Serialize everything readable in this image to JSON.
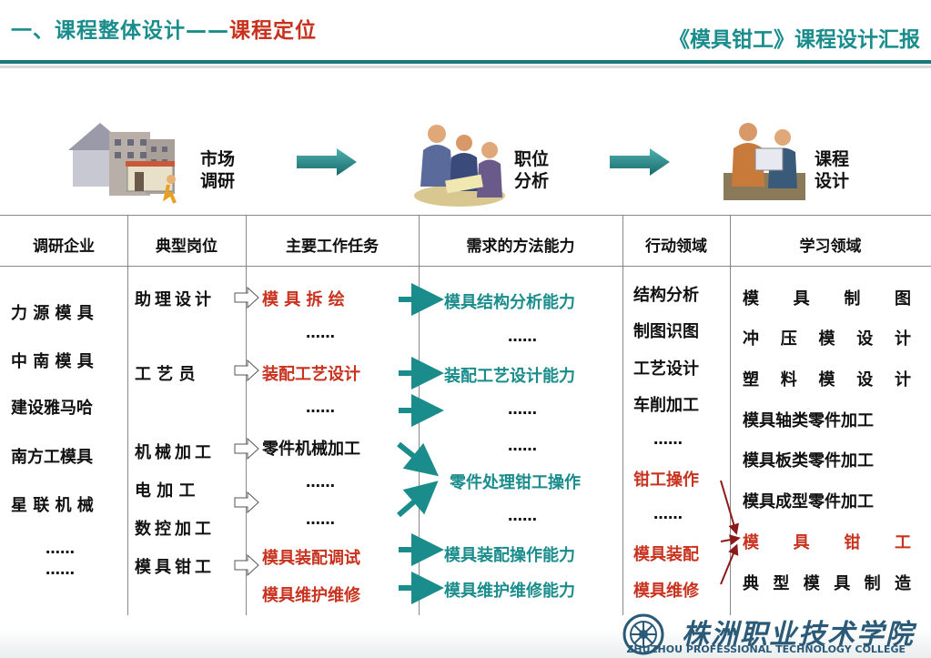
{
  "header": {
    "title_main": "一、课程整体设计——",
    "title_accent": "课程定位",
    "course_title": "《模具钳工》课程设计汇报"
  },
  "stages": [
    {
      "line1": "市场",
      "line2": "调研",
      "icon": "city-buildings-icon"
    },
    {
      "line1": "职位",
      "line2": "分析",
      "icon": "meeting-people-icon"
    },
    {
      "line1": "课程",
      "line2": "设计",
      "icon": "presentation-people-icon"
    }
  ],
  "columns": [
    "调研企业",
    "典型岗位",
    "主要工作任务",
    "需求的方法能力",
    "行动领域",
    "学习领域"
  ],
  "enterprises": [
    "力 源 模 具",
    "中 南 模 具",
    "建设雅马哈",
    "南方工模具",
    "星 联 机 械",
    "……",
    "……"
  ],
  "positions": [
    "助理设计",
    "工 艺 员",
    "机械加工",
    "电 加 工",
    "数控加工",
    "模具钳工"
  ],
  "tasks": [
    "模 具 拆 绘",
    "……",
    "装配工艺设计",
    "……",
    "零件机械加工",
    "……",
    "……",
    "模具装配调试",
    "模具维护维修"
  ],
  "abilities": [
    "模具结构分析能力",
    "……",
    "装配工艺设计能力",
    "……",
    "……",
    "零件处理钳工操作",
    "……",
    "模具装配操作能力",
    "模具维护维修能力"
  ],
  "actions": [
    "结构分析",
    "制图识图",
    "工艺设计",
    "车削加工",
    "……",
    "钳工操作",
    "……",
    "模具装配",
    "模具维修"
  ],
  "learning": [
    "模 具 制 图",
    "冲 压 模 设 计",
    "塑 料 模 设 计",
    "模具轴类零件加工",
    "模具板类零件加工",
    "模具成型零件加工",
    "模 具 钳 工",
    "典 型 模 具 制 造"
  ],
  "footer": {
    "college_cn": "株洲职业技术学院",
    "college_en": "ZHUZHOU PROFESSIONAL TECHNOLOGY COLLEGE"
  },
  "colors": {
    "teal": "#1a8c8c",
    "red": "#c8321e",
    "dark_red": "#8b1a1a",
    "navy": "#2a5a78"
  }
}
